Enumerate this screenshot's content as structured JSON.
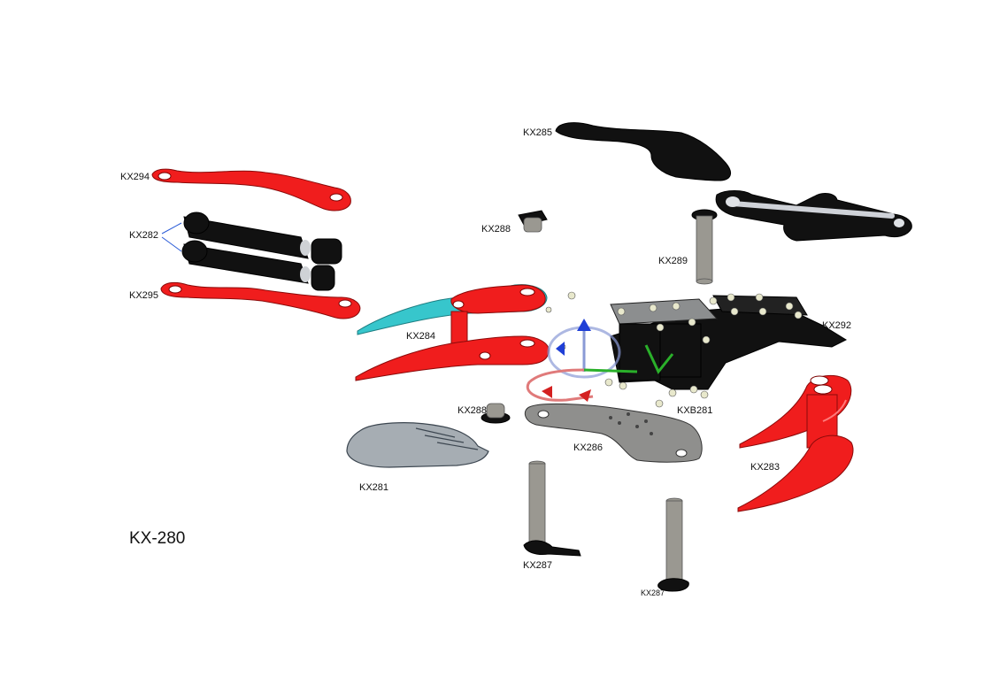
{
  "title": "KX-280",
  "parts": {
    "kx294": "KX294",
    "kx282": "KX282",
    "kx295": "KX295",
    "kx285": "KX285",
    "kx288_top": "KX288",
    "kx289": "KX289",
    "kx292": "KX292",
    "kx284": "KX284",
    "kx288_mid": "KX288",
    "kxb281": "KXB281",
    "kx286": "KX286",
    "kx281": "KX281",
    "kx283": "KX283",
    "kx287_a": "KX287",
    "kx287_b": "KX287"
  },
  "colors": {
    "link_red": "#f01d1d",
    "body_black": "#111111",
    "pin_gray": "#9a9891",
    "plate_cyan": "#37c6cc",
    "plate_gray": "#a6adb3",
    "gizmo_blue": "#1f3fd6",
    "gizmo_green": "#2ab02a",
    "gizmo_red": "#d42020"
  }
}
